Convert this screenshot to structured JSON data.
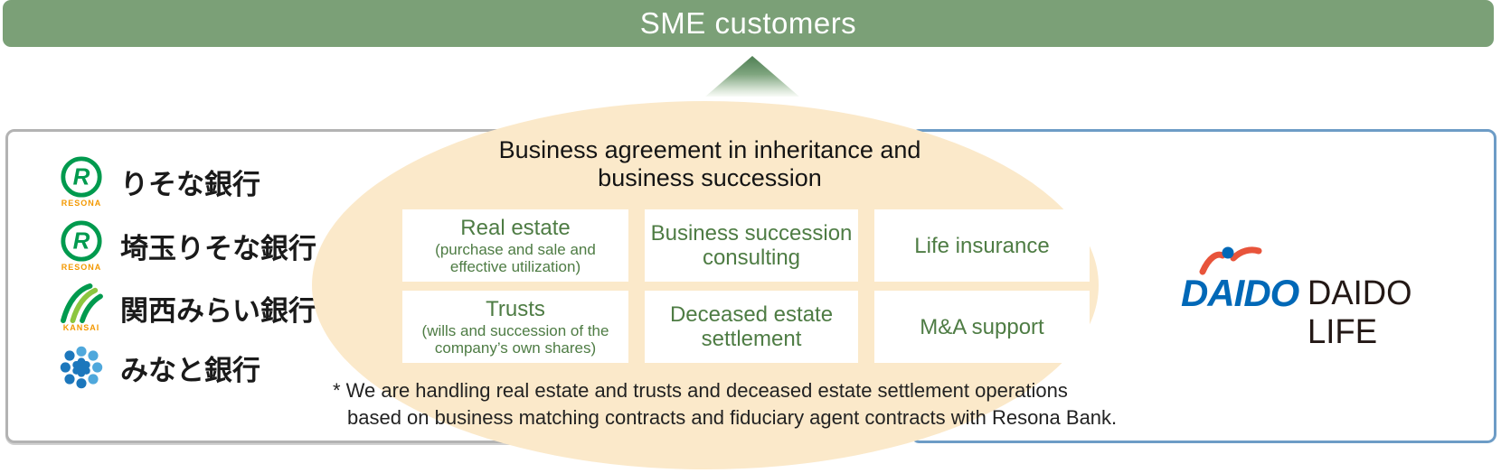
{
  "header": {
    "title": "SME customers"
  },
  "left_panel": {
    "banks": [
      {
        "name": "りそな銀行",
        "sub": "RESONA",
        "icon": "resona-circle-logo"
      },
      {
        "name": "埼玉りそな銀行",
        "sub": "RESONA",
        "icon": "resona-circle-logo"
      },
      {
        "name": "関西みらい銀行",
        "sub": "KANSAI",
        "icon": "kansai-arcs-logo"
      },
      {
        "name": "みなと銀行",
        "sub": "",
        "icon": "minato-flower-logo"
      }
    ]
  },
  "ellipse": {
    "title_line1": "Business agreement in inheritance and",
    "title_line2": "business succession",
    "services": [
      {
        "title": "Real estate",
        "subtitle": "(purchase and sale and effective utilization)"
      },
      {
        "title": "Business succession consulting",
        "subtitle": ""
      },
      {
        "title": "Life insurance",
        "subtitle": ""
      },
      {
        "title": "Trusts",
        "subtitle": "(wills and succession of the company’s own shares)"
      },
      {
        "title": "Deceased estate settlement",
        "subtitle": ""
      },
      {
        "title": "M&A support",
        "subtitle": ""
      }
    ],
    "footnote_line1": "* We are handling real estate and trusts and deceased estate settlement operations",
    "footnote_line2": "based on business matching contracts and fiduciary agent contracts with Resona Bank."
  },
  "right_panel": {
    "daido_mark": "DAIDO",
    "daido_life": "DAIDO LIFE",
    "figure_icon": "daido-jumping-person-icon"
  },
  "colors": {
    "green_bar": "#7BA077",
    "triangle_green": "#4E7F53",
    "ellipse_cream": "#FBE9CA",
    "service_text_green": "#4E7C44",
    "gray_border": "#B3B3B3",
    "blue_border": "#6D9CC6",
    "resona_green": "#009A4E",
    "accent_orange": "#F39800",
    "kansai_light_green": "#8CC63F",
    "minato_blue": "#1C77BC",
    "minato_light_blue": "#4FA8DC",
    "daido_blue": "#0068B7",
    "daido_red": "#E8543B",
    "daido_dark": "#231815"
  }
}
